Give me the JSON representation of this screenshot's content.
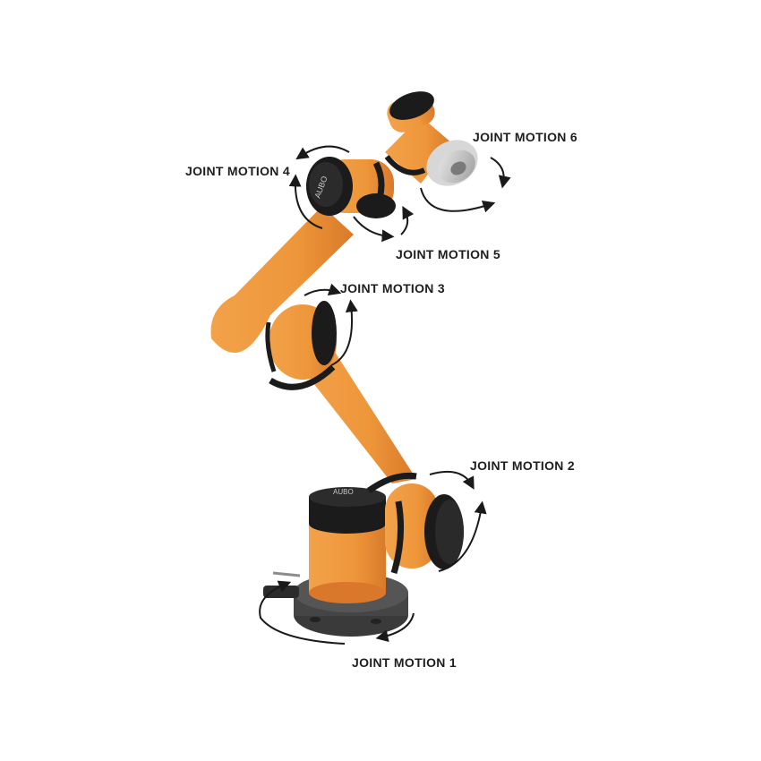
{
  "diagram": {
    "subject": "six-axis collaborative robot arm",
    "brand_marks": [
      "AUBO",
      "AUBO"
    ],
    "colors": {
      "arm_body": "#ef9a3c",
      "arm_shade": "#d9782a",
      "joint_ring": "#1b1b1b",
      "flange_metal": "#c9c9c9",
      "arrow": "#1a1a1a",
      "label_text": "#1e1e1e"
    },
    "labels": {
      "joint1": "JOINT MOTION 1",
      "joint2": "JOINT MOTION 2",
      "joint3": "JOINT MOTION 3",
      "joint4": "JOINT MOTION 4",
      "joint5": "JOINT MOTION 5",
      "joint6": "JOINT MOTION 6"
    }
  }
}
